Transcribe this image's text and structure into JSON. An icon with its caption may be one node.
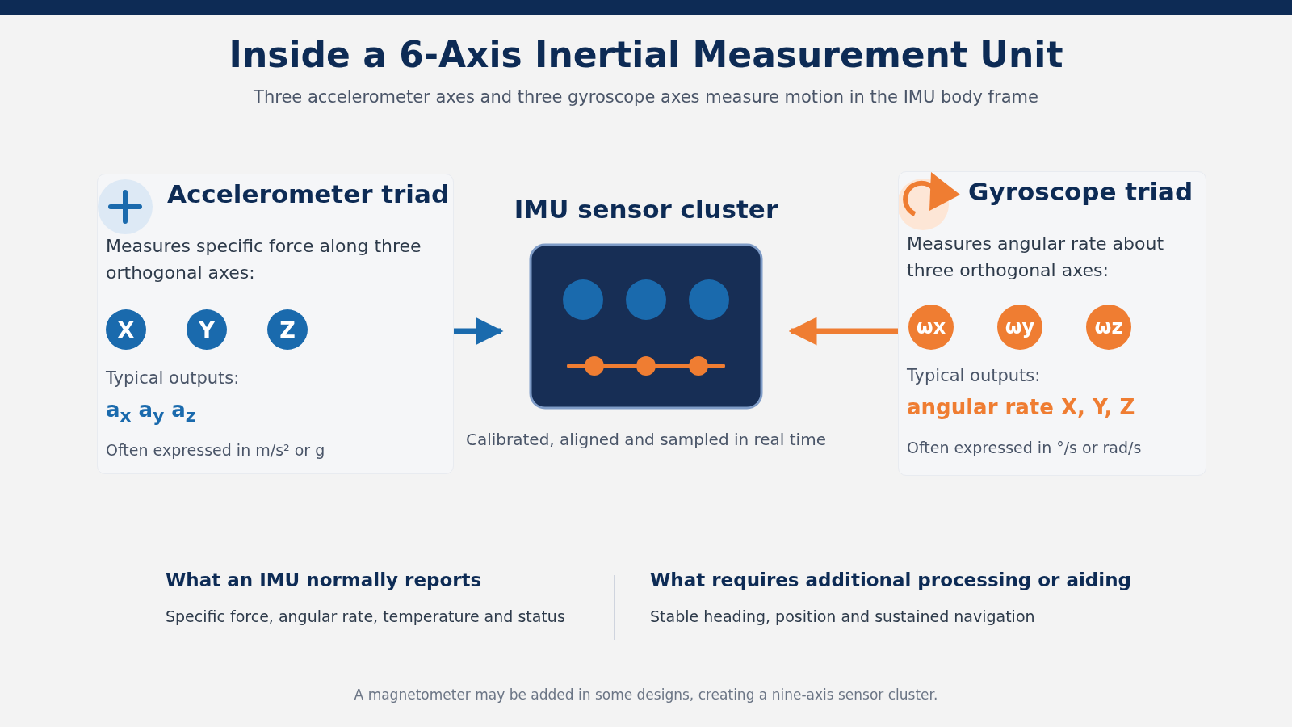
{
  "diagram": {
    "title": "Inside a 6-Axis Inertial Measurement Unit",
    "caption": "A magnetometer may be added in some designs, creating a nine-axis sensor cluster.",
    "nodes": [
      {
        "text": [
          "Accelerometer triad",
          "Measures specific force along three orthogonal axes:",
          "Typical outputs:",
          "a$_{x}$ a$_{y}$ a$_{z}$",
          "Often expressed in m/s² or g"
        ]
      },
      {
        "text": [
          "X"
        ],
        "in": 0
      },
      {
        "text": [
          "Y"
        ],
        "in": 0
      },
      {
        "text": [
          "Z"
        ],
        "in": 0
      },
      {
        "text": [
          "IMU sensor cluster"
        ],
        "beside": [
          "Calibrated, aligned and sampled in real time"
        ]
      },
      {
        "text": [
          "Gyroscope triad",
          "Measures angular rate about three orthogonal axes:",
          "Typical outputs:",
          "angular rate X, Y, Z",
          "Often expressed in °/s or rad/s"
        ]
      },
      {
        "text": [
          "ωx"
        ],
        "in": 5
      },
      {
        "text": [
          "ωy"
        ],
        "in": 5
      },
      {
        "text": [
          "ωz"
        ],
        "in": 5
      }
    ],
    "edges": [
      {
        "from": 0,
        "to": 4,
        "arrow": "to",
        "color": "#1a6aad"
      },
      {
        "from": 5,
        "to": 4,
        "arrow": "to",
        "color": "#ef7d32"
      }
    ],
    "labels": [
      "Three accelerometer axes and three gyroscope axes measure motion in the IMU body frame",
      "What an IMU normally reports",
      "Specific force, angular rate, temperature and status",
      "What requires additional processing or aiding",
      "Stable heading, position and sustained navigation"
    ]
  }
}
